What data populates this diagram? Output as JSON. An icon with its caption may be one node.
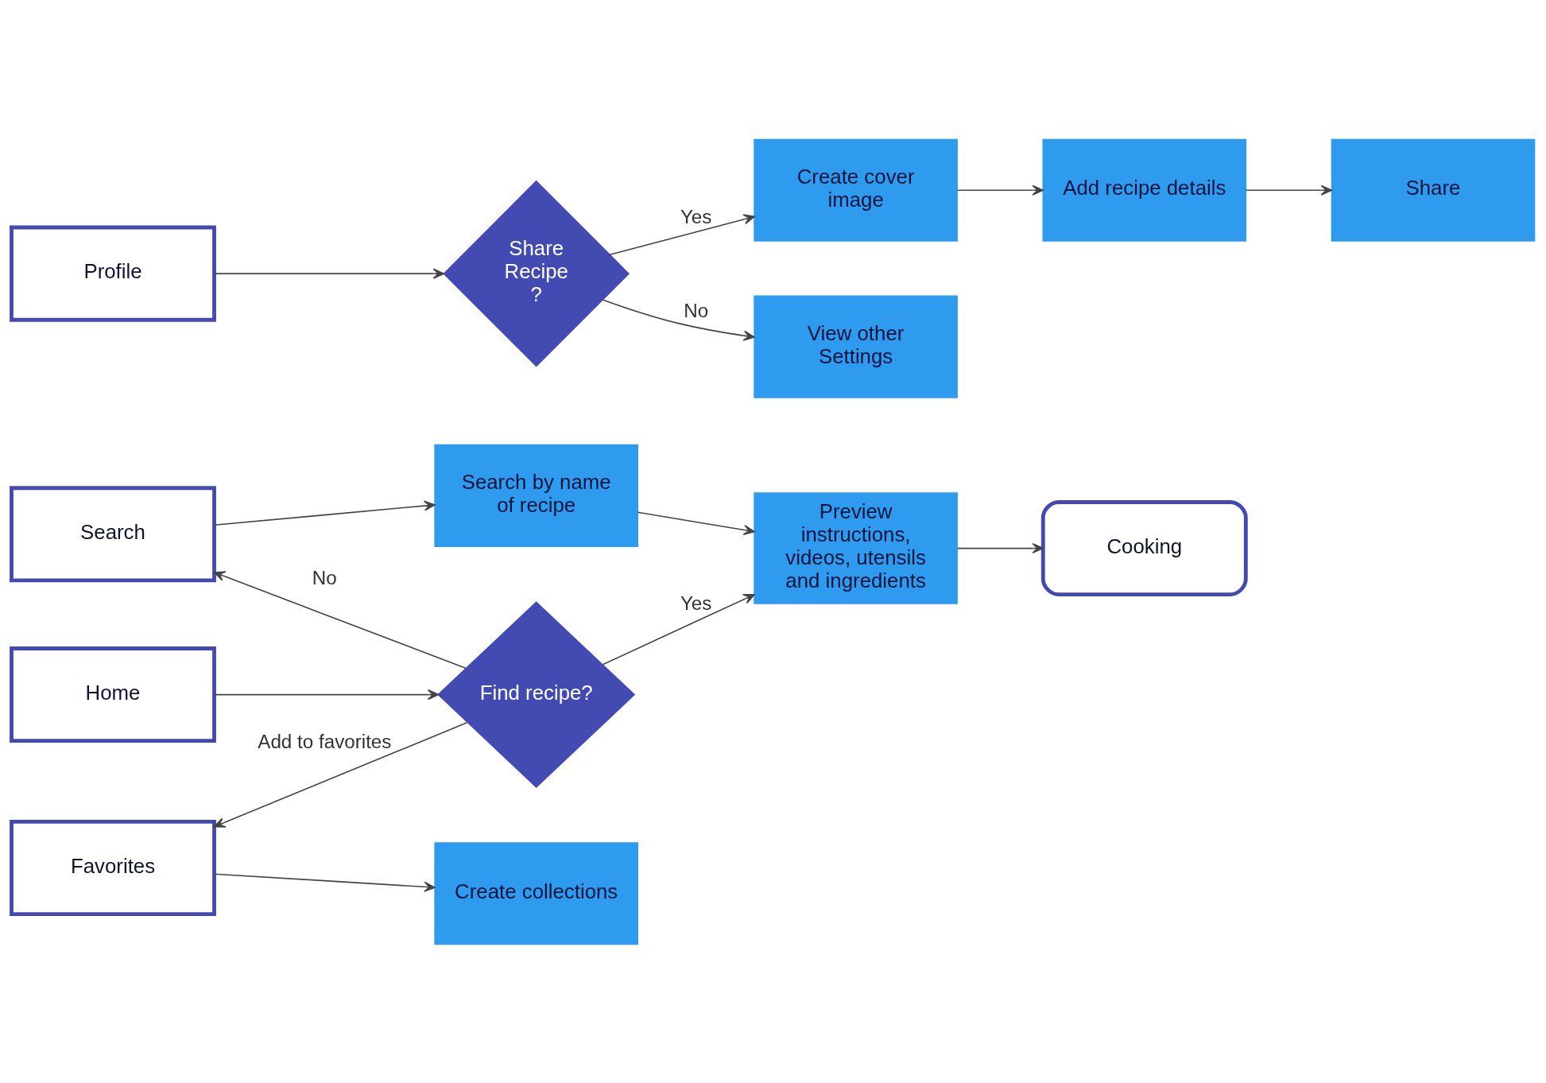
{
  "diagram": {
    "nodes": [
      {
        "text": [
          "Home"
        ]
      },
      {
        "text": [
          "Find recipe?"
        ]
      },
      {
        "text": [
          "Preview instructions, videos, utensils and ingredients"
        ]
      },
      {
        "text": [
          "Cooking"
        ]
      },
      {
        "text": [
          "Search"
        ]
      },
      {
        "text": [
          "Search by name of recipe"
        ]
      },
      {
        "text": [
          "Favorites"
        ]
      },
      {
        "text": [
          "Create collections"
        ]
      },
      {
        "text": [
          "Profile"
        ]
      },
      {
        "text": [
          "Share Recipe ?"
        ]
      },
      {
        "text": [
          "Create cover image"
        ]
      },
      {
        "text": [
          "Add recipe details"
        ]
      },
      {
        "text": [
          "Share"
        ]
      },
      {
        "text": [
          "View other Settings"
        ]
      }
    ],
    "edges": [
      {
        "from": 0,
        "to": 1,
        "arrow": "to"
      },
      {
        "from": 1,
        "to": 2,
        "arrow": "to",
        "label": "Yes"
      },
      {
        "from": 2,
        "to": 3,
        "arrow": "to"
      },
      {
        "from": 1,
        "to": 4,
        "arrow": "to",
        "label": "No"
      },
      {
        "from": 1,
        "to": 6,
        "arrow": "to",
        "label": "Add to favorites"
      },
      {
        "from": 4,
        "to": 5,
        "arrow": "to"
      },
      {
        "from": 5,
        "to": 2,
        "arrow": "to"
      },
      {
        "from": 6,
        "to": 7,
        "arrow": "to"
      },
      {
        "from": 8,
        "to": 9,
        "arrow": "to"
      },
      {
        "from": 9,
        "to": 10,
        "arrow": "to",
        "label": "Yes"
      },
      {
        "from": 10,
        "to": 11,
        "arrow": "to"
      },
      {
        "from": 11,
        "to": 12,
        "arrow": "to"
      },
      {
        "from": 9,
        "to": 13,
        "arrow": "to",
        "label": "No"
      }
    ]
  }
}
